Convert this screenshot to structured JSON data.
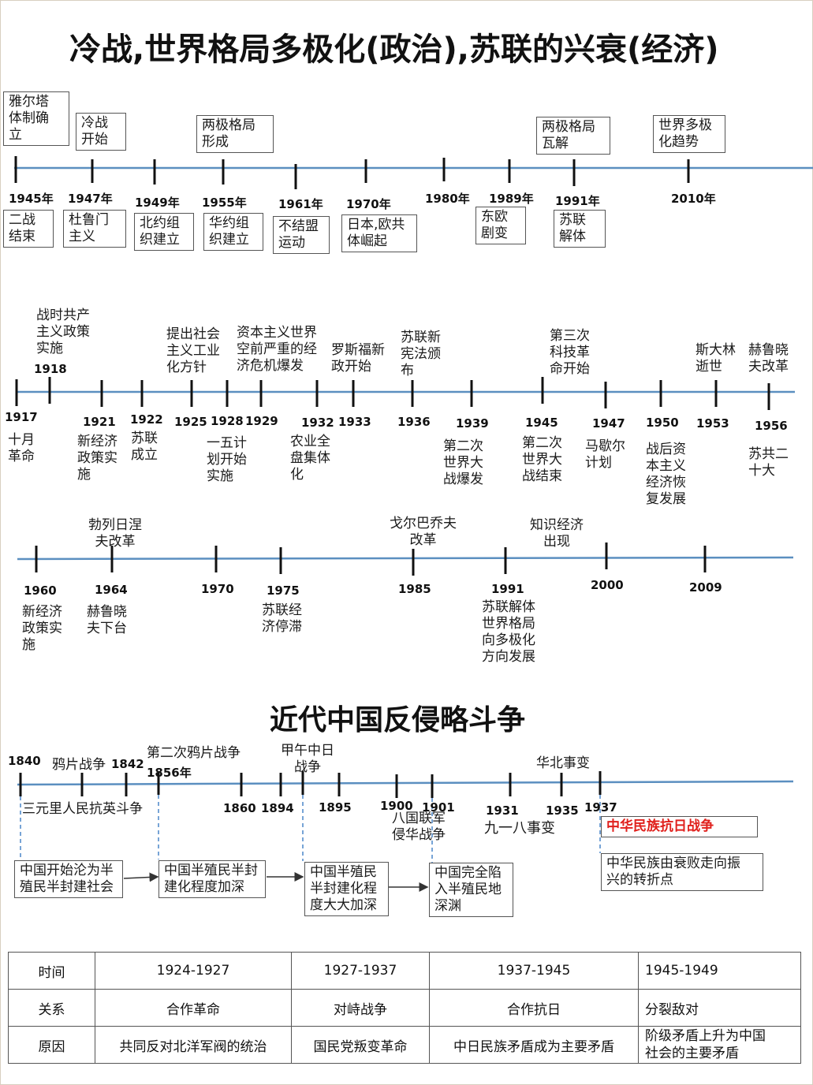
{
  "title_main": "冷战,世界格局多极化(政治),苏联的兴衰(经济)",
  "title_china": "近代中国反侵略斗争",
  "row1": {
    "top_boxes": [
      "雅尔塔\n体制确\n立",
      "冷战\n开始",
      "两极格局\n形成",
      "两极格局\n瓦解",
      "世界多极\n化趋势"
    ],
    "years": [
      "1945年",
      "1947年",
      "1949年",
      "1955年",
      "1961年",
      "1970年",
      "1980年",
      "1989年",
      "1991年",
      "2010年"
    ],
    "bottom_boxes": [
      "二战\n结束",
      "杜鲁门\n主义",
      "北约组\n织建立",
      "华约组\n织建立",
      "不结盟\n运动",
      "日本,欧共\n体崛起",
      "东欧\n剧变",
      "苏联\n解体"
    ]
  },
  "row2": {
    "top_labels": [
      "战时共产\n主义政策\n实施",
      "提出社会\n主义工业\n化方针",
      "资本主义世界\n空前严重的经\n济危机爆发",
      "罗斯福新\n政开始",
      "苏联新\n宪法颁\n布",
      "第三次\n科技革\n命开始",
      "斯大林\n逝世",
      "赫鲁晓\n夫改革"
    ],
    "years": [
      "1917",
      "1918",
      "1921",
      "1922",
      "1925",
      "1928",
      "1929",
      "1932",
      "1933",
      "1936",
      "1939",
      "1945",
      "1947",
      "1950",
      "1953",
      "1956"
    ],
    "bottom_labels": [
      "十月\n革命",
      "新经济\n政策实\n施",
      "苏联\n成立",
      "一五计\n划开始\n实施",
      "农业全\n盘集体\n化",
      "第二次\n世界大\n战爆发",
      "第二次\n世界大\n战结束",
      "马歇尔\n计划",
      "战后资\n本主义\n经济恢\n复发展",
      "苏共二\n十大"
    ]
  },
  "row3": {
    "top_labels": [
      "勃列日涅\n夫改革",
      "戈尔巴乔夫\n改革",
      "知识经济\n出现"
    ],
    "years": [
      "1960",
      "1964",
      "1970",
      "1975",
      "1985",
      "1991",
      "2000",
      "2009"
    ],
    "bottom_labels": [
      "新经济\n政策实\n施",
      "赫鲁晓\n夫下台",
      "苏联经\n济停滞",
      "苏联解体\n世界格局\n向多极化\n方向发展"
    ]
  },
  "row4": {
    "years": [
      "1840",
      "1842",
      "1856年",
      "1860",
      "1894",
      "1895",
      "1900",
      "1901",
      "1931",
      "1935",
      "1937"
    ],
    "event_labels": [
      "鸦片战争",
      "第二次鸦片战争",
      "甲午中日\n战争",
      "华北事变",
      "三元里人民抗英斗争",
      "八国联军\n侵华战争",
      "九一八事变"
    ],
    "red_label": "中华民族抗日战争",
    "boxes": [
      "中国开始沦为半\n殖民半封建社会",
      "中国半殖民半封\n建化程度加深",
      "中国半殖民\n半封建化程\n度大大加深",
      "中国完全陷\n入半殖民地\n深渊",
      "中华民族由衰败走向振\n兴的转折点"
    ]
  },
  "table": {
    "header_time": "时间",
    "header_relation": "关系",
    "header_reason": "原因",
    "periods": [
      "1924-1927",
      "1927-1937",
      "1937-1945",
      "1945-1949"
    ],
    "relations": [
      "合作革命",
      "对峙战争",
      "合作抗日",
      "分裂敌对"
    ],
    "reasons": [
      "共同反对北洋军阀的统治",
      "国民党叛变革命",
      "中日民族矛盾成为主要矛盾",
      "阶级矛盾上升为中国\n社会的主要矛盾"
    ]
  },
  "colors": {
    "axis": "#5b8fc0",
    "text": "#111111",
    "red": "#e0201c",
    "dashed": "#4a86c8"
  }
}
